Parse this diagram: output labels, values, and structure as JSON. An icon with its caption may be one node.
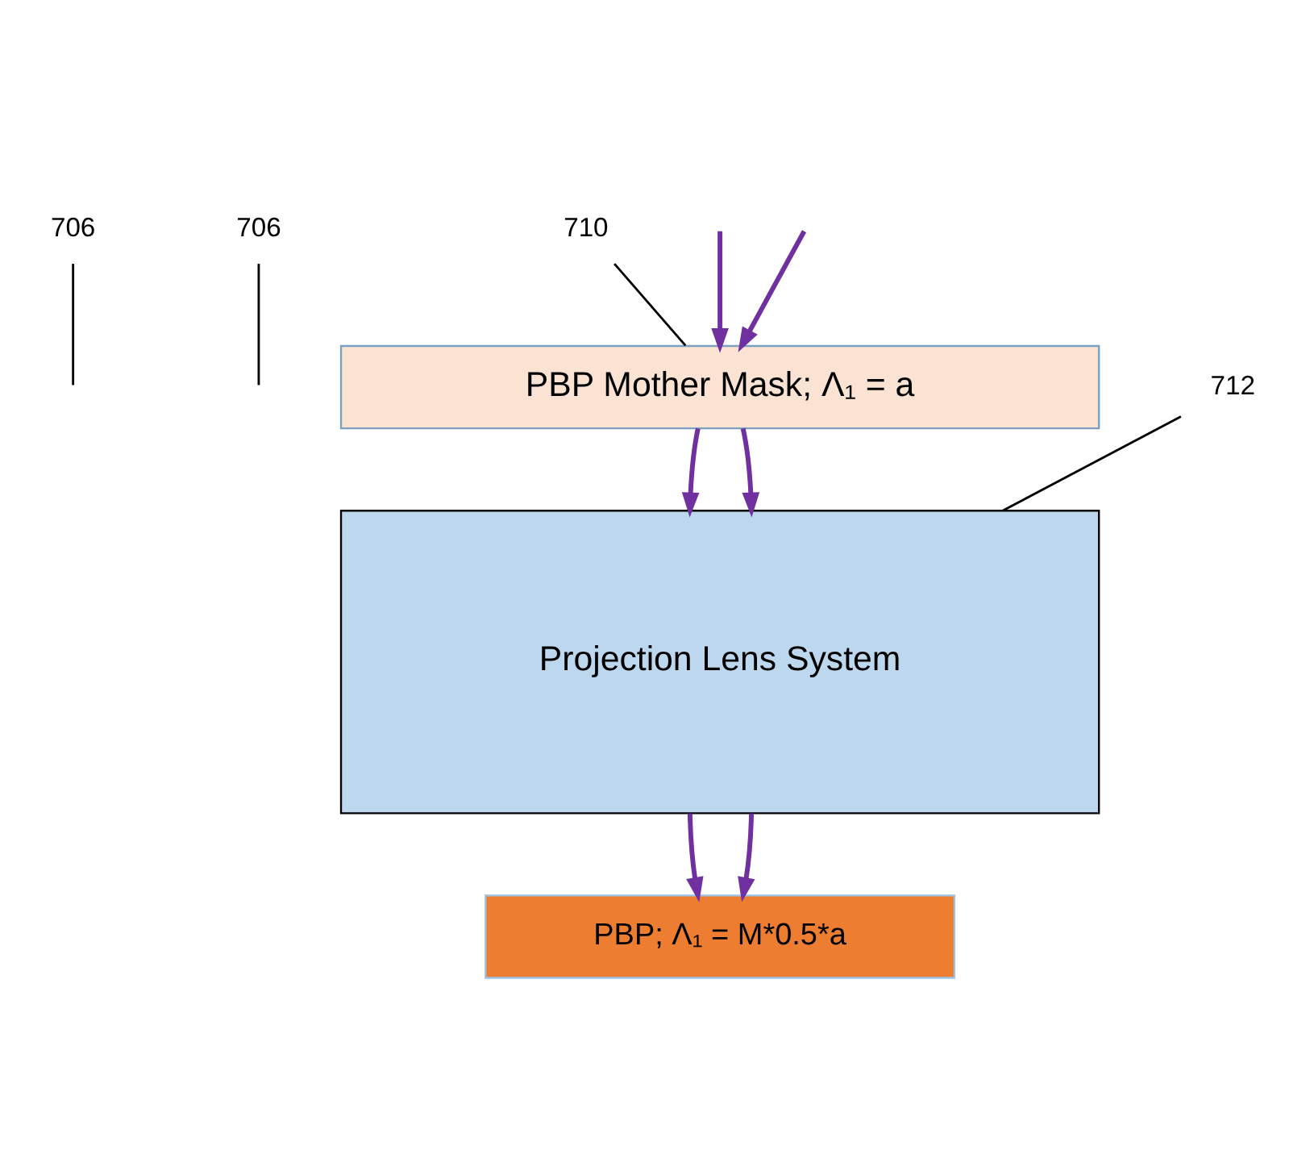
{
  "diagram": {
    "nodes": [
      {
        "text": [
          "706"
        ]
      },
      {
        "text": [
          "706"
        ]
      },
      {
        "text": [
          "710"
        ]
      },
      {
        "text": [
          "PBP Mother Mask; Λ₁ = a"
        ]
      },
      {
        "text": [
          "712"
        ]
      },
      {
        "text": [
          "Projection Lens System"
        ]
      },
      {
        "text": [
          "PBP; Λ₁ = M*0.5*a"
        ]
      }
    ],
    "edges": [
      {
        "from": null,
        "to": 3,
        "arrow": "to"
      },
      {
        "from": null,
        "to": 3,
        "arrow": "to"
      },
      {
        "from": 3,
        "to": 5,
        "arrow": "to"
      },
      {
        "from": 3,
        "to": 5,
        "arrow": "to"
      },
      {
        "from": 5,
        "to": 6,
        "arrow": "to"
      },
      {
        "from": 5,
        "to": 6,
        "arrow": "to"
      },
      {
        "from": 0,
        "to": null,
        "arrow": "none",
        "color": "#000000"
      },
      {
        "from": 1,
        "to": null,
        "arrow": "none",
        "color": "#000000"
      },
      {
        "from": 2,
        "to": 3,
        "arrow": "none",
        "color": "#000000"
      },
      {
        "from": 4,
        "to": 5,
        "arrow": "none",
        "color": "#000000"
      }
    ]
  }
}
